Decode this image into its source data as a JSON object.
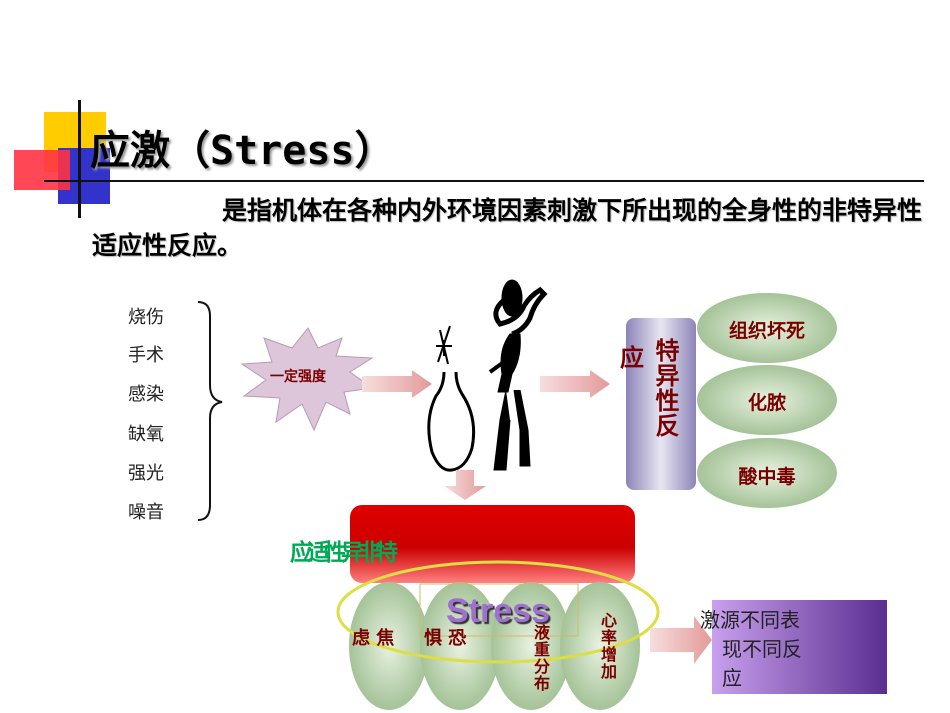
{
  "title": {
    "main": "应激",
    "paren_open": "（",
    "latin": "Stress",
    "paren_close": "）"
  },
  "definition": "是指机体在各种内外环境因素刺激下所出现的全身性的非特异性适应性反应。",
  "stimuli": [
    "烧伤",
    "手术",
    "感染",
    "缺氧",
    "强光",
    "噪音"
  ],
  "intensity_label": "一定强度",
  "specific_response": {
    "left_char": "应",
    "vertical_label": "特异性反"
  },
  "specific_outcomes": [
    "组织坏死",
    "化脓",
    "酸中毒"
  ],
  "nonspecific_label": "应适性异非特",
  "stress_label": "Stress",
  "nonspecific_items": [
    {
      "text": "虑 焦"
    },
    {
      "text": "惧 恐"
    },
    {
      "text": "液重分布"
    },
    {
      "text": "心率增加"
    }
  ],
  "result_box": {
    "line1": "激源不同表",
    "line2": "现不同反",
    "line3": "应"
  },
  "colors": {
    "accent_red": "#cc0000",
    "purple": "#9c6bd0",
    "ellipse_green": "#b7d3a6",
    "nonspecific_text": "#00aa55"
  }
}
